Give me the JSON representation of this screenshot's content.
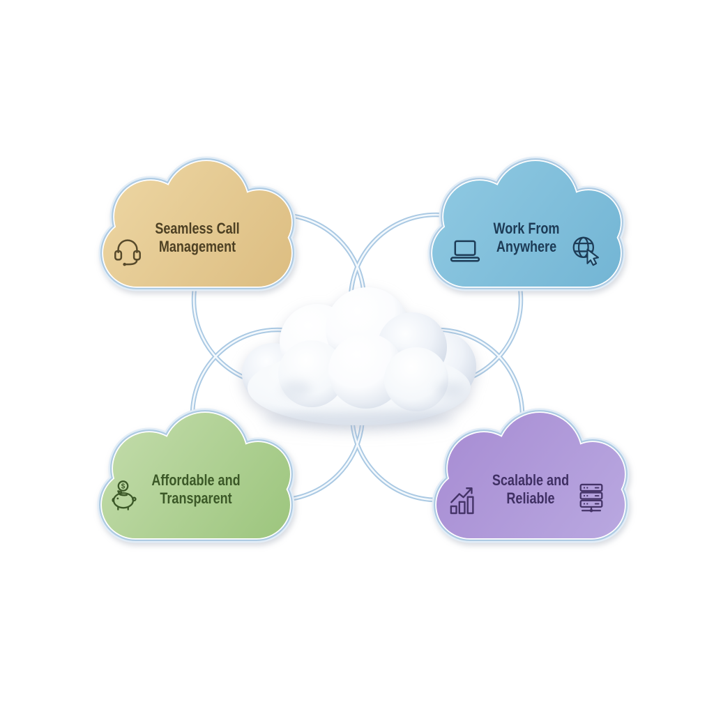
{
  "canvas": {
    "background": "#ffffff"
  },
  "connectors": {
    "color": "#aac9e3",
    "core_color": "#f4f9fd"
  },
  "center": {
    "icon": "cloud-3d",
    "label": ""
  },
  "nodes": [
    {
      "id": "seamless-call-management",
      "line1": "Seamless Call",
      "line2": "Management",
      "icons": [
        "headset-icon"
      ],
      "fill_start": "#edd6a3",
      "fill_end": "#dcbd81",
      "text_color": "#4d4023",
      "icon_color": "#574a2b"
    },
    {
      "id": "work-from-anywhere",
      "line1": "Work From",
      "line2": "Anywhere",
      "icons": [
        "laptop-icon",
        "globe-cursor-icon"
      ],
      "fill_start": "#8fc9e2",
      "fill_end": "#73b5d4",
      "text_color": "#1d3b56",
      "icon_color": "#1d3b56"
    },
    {
      "id": "affordable-and-transparent",
      "line1": "Affordable and",
      "line2": "Transparent",
      "icons": [
        "piggy-bank-icon"
      ],
      "fill_start": "#c3dcab",
      "fill_end": "#9cc57d",
      "text_color": "#3b5827",
      "icon_color": "#3b5827"
    },
    {
      "id": "scalable-and-reliable",
      "line1": "Scalable and",
      "line2": "Reliable",
      "icons": [
        "growth-chart-icon",
        "server-icon"
      ],
      "fill_start": "#a78cd3",
      "fill_end": "#b9a8e0",
      "text_color": "#3f2f63",
      "icon_color": "#443367"
    }
  ]
}
